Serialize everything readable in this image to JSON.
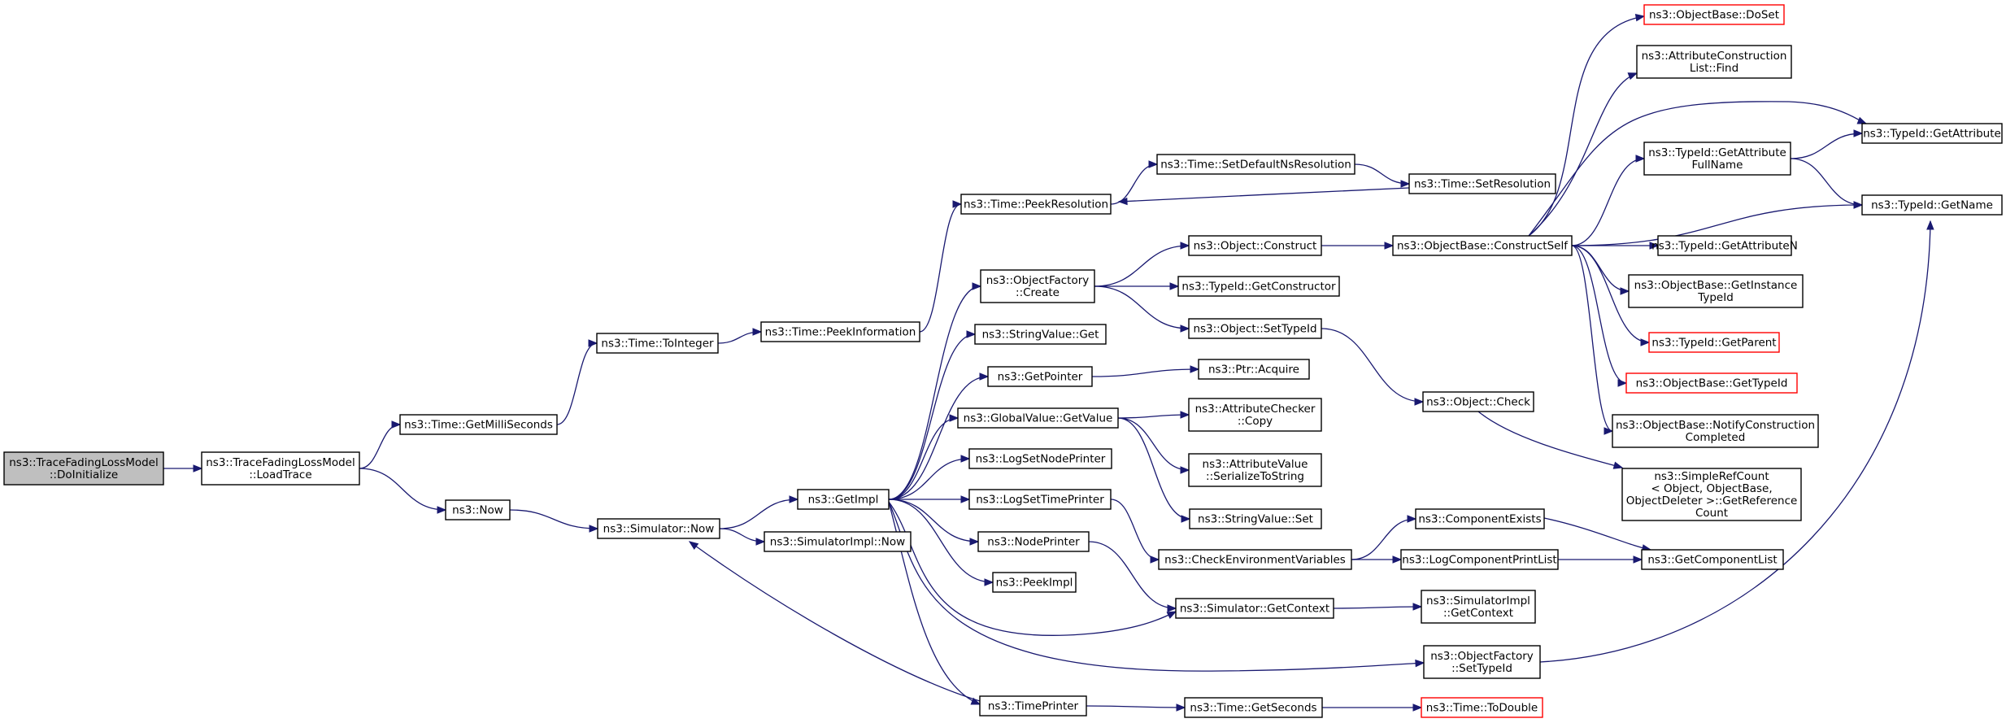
{
  "graph": {
    "root": "n0",
    "nodes": [
      {
        "id": "n0",
        "lines": [
          "ns3::TraceFadingLossModel",
          "::DoInitialize"
        ],
        "style": "root"
      },
      {
        "id": "n1",
        "lines": [
          "ns3::TraceFadingLossModel",
          "::LoadTrace"
        ]
      },
      {
        "id": "n2",
        "lines": [
          "ns3::Time::GetMilliSeconds"
        ]
      },
      {
        "id": "n3",
        "lines": [
          "ns3::Now"
        ]
      },
      {
        "id": "n4",
        "lines": [
          "ns3::Time::ToInteger"
        ]
      },
      {
        "id": "n5",
        "lines": [
          "ns3::Time::PeekInformation"
        ]
      },
      {
        "id": "n6",
        "lines": [
          "ns3::Simulator::Now"
        ]
      },
      {
        "id": "n7",
        "lines": [
          "ns3::GetImpl"
        ]
      },
      {
        "id": "n8",
        "lines": [
          "ns3::SimulatorImpl::Now"
        ]
      },
      {
        "id": "n9",
        "lines": [
          "ns3::Time::PeekResolution"
        ]
      },
      {
        "id": "n10",
        "lines": [
          "ns3::ObjectFactory",
          "::Create"
        ]
      },
      {
        "id": "n11",
        "lines": [
          "ns3::StringValue::Get"
        ]
      },
      {
        "id": "n12",
        "lines": [
          "ns3::GetPointer"
        ]
      },
      {
        "id": "n13",
        "lines": [
          "ns3::GlobalValue::GetValue"
        ]
      },
      {
        "id": "n14",
        "lines": [
          "ns3::LogSetNodePrinter"
        ]
      },
      {
        "id": "n15",
        "lines": [
          "ns3::LogSetTimePrinter"
        ]
      },
      {
        "id": "n16",
        "lines": [
          "ns3::NodePrinter"
        ]
      },
      {
        "id": "n17",
        "lines": [
          "ns3::PeekImpl"
        ]
      },
      {
        "id": "n18",
        "lines": [
          "ns3::TimePrinter"
        ]
      },
      {
        "id": "n19",
        "lines": [
          "ns3::Time::SetDefaultNsResolution"
        ]
      },
      {
        "id": "n20",
        "lines": [
          "ns3::Time::SetResolution"
        ]
      },
      {
        "id": "n21",
        "lines": [
          "ns3::Object::Construct"
        ]
      },
      {
        "id": "n22",
        "lines": [
          "ns3::TypeId::GetConstructor"
        ]
      },
      {
        "id": "n23",
        "lines": [
          "ns3::Object::SetTypeId"
        ]
      },
      {
        "id": "n24",
        "lines": [
          "ns3::Ptr::Acquire"
        ]
      },
      {
        "id": "n25",
        "lines": [
          "ns3::AttributeChecker",
          "::Copy"
        ]
      },
      {
        "id": "n26",
        "lines": [
          "ns3::AttributeValue",
          "::SerializeToString"
        ]
      },
      {
        "id": "n27",
        "lines": [
          "ns3::StringValue::Set"
        ]
      },
      {
        "id": "n28",
        "lines": [
          "ns3::CheckEnvironmentVariables"
        ]
      },
      {
        "id": "n29",
        "lines": [
          "ns3::Simulator::GetContext"
        ]
      },
      {
        "id": "n30",
        "lines": [
          "ns3::Time::GetSeconds"
        ]
      },
      {
        "id": "n31",
        "lines": [
          "ns3::ObjectBase::ConstructSelf"
        ]
      },
      {
        "id": "n32",
        "lines": [
          "ns3::Object::Check"
        ]
      },
      {
        "id": "n33",
        "lines": [
          "ns3::ComponentExists"
        ]
      },
      {
        "id": "n34",
        "lines": [
          "ns3::LogComponentPrintList"
        ]
      },
      {
        "id": "n35",
        "lines": [
          "ns3::SimulatorImpl",
          "::GetContext"
        ]
      },
      {
        "id": "n36",
        "lines": [
          "ns3::ObjectFactory",
          "::SetTypeId"
        ]
      },
      {
        "id": "n37",
        "lines": [
          "ns3::Time::ToDouble"
        ],
        "style": "red"
      },
      {
        "id": "n38",
        "lines": [
          "ns3::ObjectBase::DoSet"
        ],
        "style": "red"
      },
      {
        "id": "n39",
        "lines": [
          "ns3::AttributeConstruction",
          "List::Find"
        ]
      },
      {
        "id": "n40",
        "lines": [
          "ns3::TypeId::GetAttribute",
          "FullName"
        ]
      },
      {
        "id": "n41",
        "lines": [
          "ns3::TypeId::GetAttributeN"
        ]
      },
      {
        "id": "n42",
        "lines": [
          "ns3::ObjectBase::GetInstance",
          "TypeId"
        ]
      },
      {
        "id": "n43",
        "lines": [
          "ns3::TypeId::GetParent"
        ],
        "style": "red"
      },
      {
        "id": "n44",
        "lines": [
          "ns3::ObjectBase::GetTypeId"
        ],
        "style": "red"
      },
      {
        "id": "n45",
        "lines": [
          "ns3::ObjectBase::NotifyConstruction",
          "Completed"
        ]
      },
      {
        "id": "n46",
        "lines": [
          "ns3::SimpleRefCount",
          "< Object, ObjectBase,",
          "ObjectDeleter >::GetReference",
          "Count"
        ]
      },
      {
        "id": "n47",
        "lines": [
          "ns3::GetComponentList"
        ]
      },
      {
        "id": "n48",
        "lines": [
          "ns3::TypeId::GetAttribute"
        ]
      },
      {
        "id": "n49",
        "lines": [
          "ns3::TypeId::GetName"
        ]
      }
    ],
    "edges": [
      [
        "n0",
        "n1"
      ],
      [
        "n1",
        "n2"
      ],
      [
        "n1",
        "n3"
      ],
      [
        "n2",
        "n4"
      ],
      [
        "n4",
        "n5"
      ],
      [
        "n5",
        "n9"
      ],
      [
        "n3",
        "n6"
      ],
      [
        "n6",
        "n7"
      ],
      [
        "n6",
        "n8"
      ],
      [
        "n9",
        "n19"
      ],
      [
        "n19",
        "n20"
      ],
      [
        "n20",
        "n9"
      ],
      [
        "n7",
        "n10"
      ],
      [
        "n7",
        "n11"
      ],
      [
        "n7",
        "n12"
      ],
      [
        "n7",
        "n13"
      ],
      [
        "n7",
        "n14"
      ],
      [
        "n7",
        "n15"
      ],
      [
        "n7",
        "n16"
      ],
      [
        "n7",
        "n17"
      ],
      [
        "n7",
        "n18"
      ],
      [
        "n7",
        "n29"
      ],
      [
        "n7",
        "n36"
      ],
      [
        "n18",
        "n6"
      ],
      [
        "n18",
        "n30"
      ],
      [
        "n30",
        "n37"
      ],
      [
        "n10",
        "n21"
      ],
      [
        "n10",
        "n22"
      ],
      [
        "n10",
        "n23"
      ],
      [
        "n21",
        "n31"
      ],
      [
        "n23",
        "n32"
      ],
      [
        "n12",
        "n24"
      ],
      [
        "n13",
        "n25"
      ],
      [
        "n13",
        "n26"
      ],
      [
        "n13",
        "n27"
      ],
      [
        "n15",
        "n28"
      ],
      [
        "n16",
        "n29"
      ],
      [
        "n28",
        "n33"
      ],
      [
        "n28",
        "n34"
      ],
      [
        "n33",
        "n47"
      ],
      [
        "n34",
        "n47"
      ],
      [
        "n29",
        "n35"
      ],
      [
        "n36",
        "n49"
      ],
      [
        "n32",
        "n46"
      ],
      [
        "n31",
        "n38"
      ],
      [
        "n31",
        "n39"
      ],
      [
        "n31",
        "n48"
      ],
      [
        "n31",
        "n40"
      ],
      [
        "n31",
        "n49"
      ],
      [
        "n31",
        "n41"
      ],
      [
        "n31",
        "n42"
      ],
      [
        "n31",
        "n43"
      ],
      [
        "n31",
        "n44"
      ],
      [
        "n31",
        "n45"
      ],
      [
        "n40",
        "n48"
      ],
      [
        "n40",
        "n49"
      ]
    ]
  }
}
